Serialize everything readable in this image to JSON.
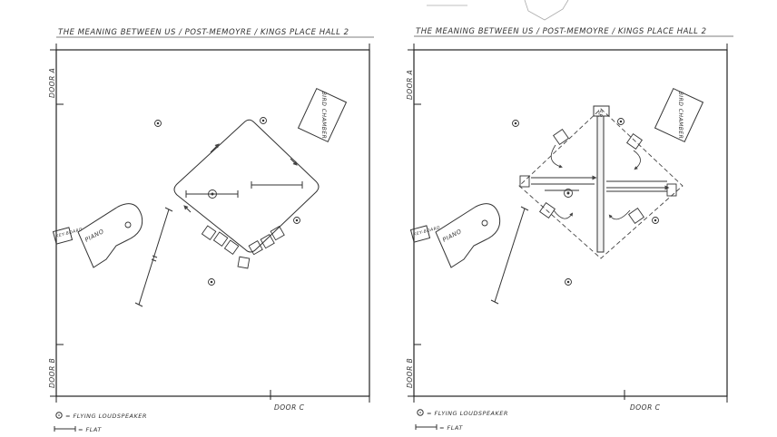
{
  "sheets": [
    {
      "title": "THE MEANING BETWEEN US / POST-MEMOYRE / KINGS PLACE HALL 2",
      "door_a": "DOOR A",
      "door_b": "DOOR B",
      "door_c": "DOOR C",
      "piano": "PIANO",
      "keyboard": "KEY-BOARD",
      "bird_chamber": "BIRD CHAMBER",
      "legend_speaker": "= FLYING LOUDSPEAKER",
      "legend_flat": "= FLAT"
    },
    {
      "title": "THE MEANING BETWEEN US / POST-MEMOYRE / KINGS PLACE HALL 2",
      "door_a": "DOOR A",
      "door_b": "DOOR B",
      "door_c": "DOOR C",
      "piano": "PIANO",
      "keyboard": "KEY-BOARD",
      "bird_chamber": "BIRD CHAMBER",
      "legend_speaker": "= FLYING LOUDSPEAKER",
      "legend_flat": "= FLAT",
      "sr_label": "SR"
    }
  ]
}
